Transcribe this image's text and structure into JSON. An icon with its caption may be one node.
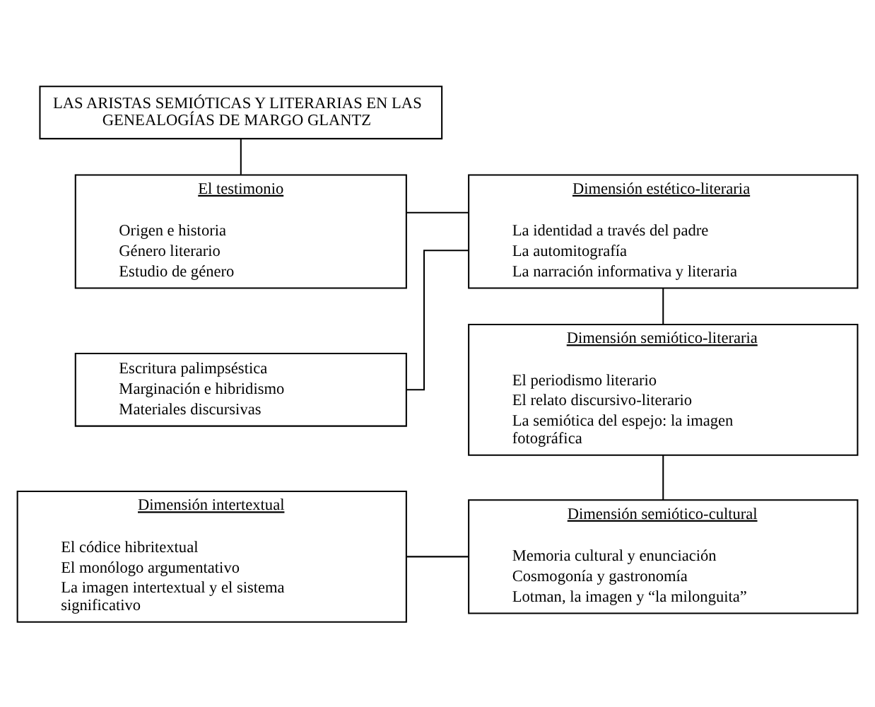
{
  "diagram": {
    "nodes": [
      {
        "text": [
          "LAS ARISTAS SEMIÓTICAS Y LITERARIAS EN LAS GENEALOGÍAS DE MARGO GLANTZ"
        ]
      },
      {
        "text": [
          "El testimonio",
          "Origen e historia",
          "Género literario",
          "Estudio de género"
        ]
      },
      {
        "text": [
          "Dimensión estético-literaria",
          "La identidad a través del padre",
          "La automitografía",
          "La narración informativa y literaria"
        ]
      },
      {
        "text": [
          "Escritura palimpséstica",
          "Marginación e hibridismo",
          "Materiales discursivas"
        ]
      },
      {
        "text": [
          "Dimensión semiótico-literaria",
          "El periodismo literario",
          "El relato discursivo-literario",
          "La semiótica del espejo: la imagen fotográfica"
        ]
      },
      {
        "text": [
          "Dimensión intertextual",
          "El códice hibritextual",
          "El monólogo argumentativo",
          "La imagen intertextual y el sistema significativo"
        ]
      },
      {
        "text": [
          "Dimensión semiótico-cultural",
          "Memoria cultural y enunciación",
          "Cosmogonía y gastronomía",
          "Lotman, la imagen y “la milonguita”"
        ]
      }
    ],
    "edges": [
      {
        "from": 0,
        "to": 1,
        "arrow": "none"
      },
      {
        "from": 1,
        "to": 2,
        "arrow": "none"
      },
      {
        "from": 3,
        "to": 2,
        "arrow": "none"
      },
      {
        "from": 2,
        "to": 4,
        "arrow": "none"
      },
      {
        "from": 4,
        "to": 6,
        "arrow": "none"
      },
      {
        "from": 5,
        "to": 6,
        "arrow": "none"
      }
    ]
  }
}
